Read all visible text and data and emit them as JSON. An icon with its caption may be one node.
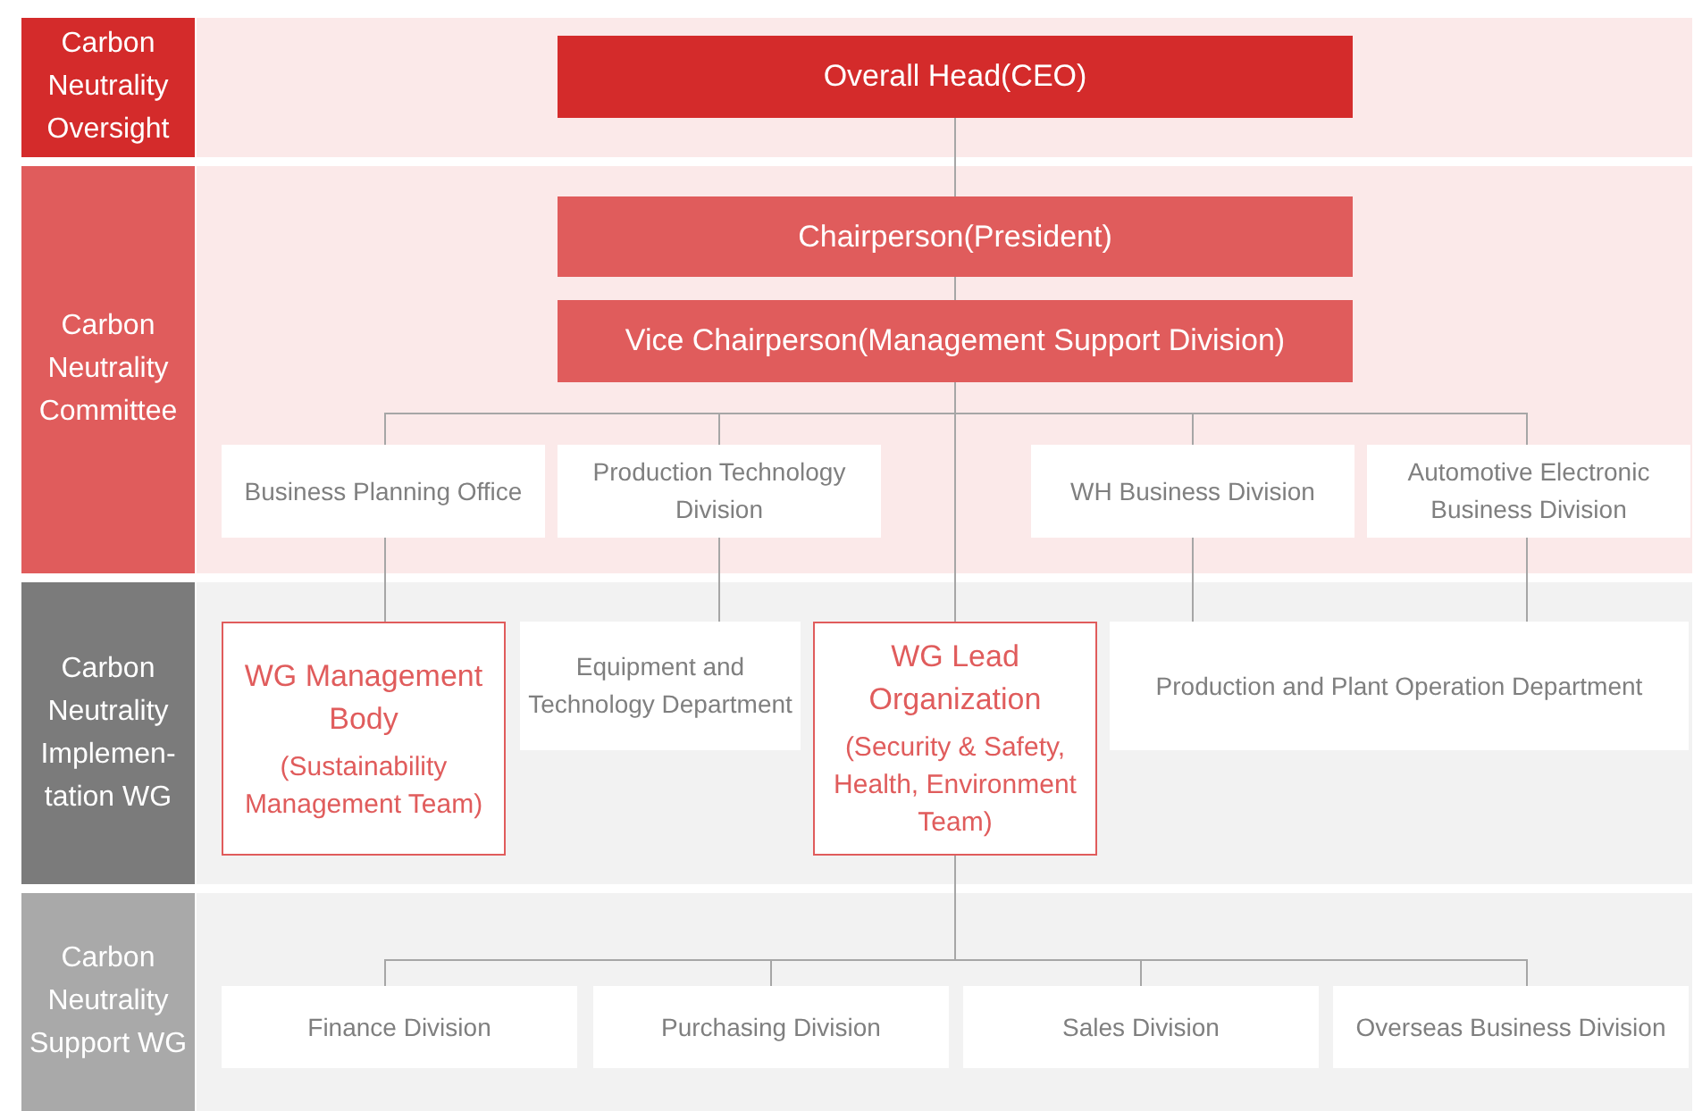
{
  "diagram": {
    "nodes": [
      {
        "text": [
          "Carbon Neutrality Oversight"
        ]
      },
      {
        "text": [
          "Overall Head(CEO)"
        ],
        "in": 0
      },
      {
        "text": [
          "Carbon Neutrality Committee"
        ]
      },
      {
        "text": [
          "Chairperson(President)"
        ],
        "in": 2
      },
      {
        "text": [
          "Vice Chairperson(Management Support Division)"
        ],
        "in": 2
      },
      {
        "text": [
          "Business Planning Office"
        ],
        "in": 2
      },
      {
        "text": [
          "Production Technology Division"
        ],
        "in": 2
      },
      {
        "text": [
          "WH Business Division"
        ],
        "in": 2
      },
      {
        "text": [
          "Automotive Electronic Business Division"
        ],
        "in": 2
      },
      {
        "text": [
          "Carbon Neutrality Implemen-tation WG"
        ]
      },
      {
        "text": [
          "WG Management Body",
          "(Sustainability Management Team)"
        ],
        "in": 9
      },
      {
        "text": [
          "Equipment and Technology Department"
        ],
        "in": 9
      },
      {
        "text": [
          "WG Lead Organization",
          "(Security & Safety, Health, Environment Team)"
        ],
        "in": 9
      },
      {
        "text": [
          "Production and Plant Operation Department"
        ],
        "in": 9
      },
      {
        "text": [
          "Carbon Neutrality Support WG"
        ]
      },
      {
        "text": [
          "Finance Division"
        ],
        "in": 14
      },
      {
        "text": [
          "Purchasing Division"
        ],
        "in": 14
      },
      {
        "text": [
          "Sales Division"
        ],
        "in": 14
      },
      {
        "text": [
          "Overseas Business Division"
        ],
        "in": 14
      }
    ],
    "edges": [
      {
        "from": 1,
        "to": 3,
        "arrow": "none"
      },
      {
        "from": 3,
        "to": 4,
        "arrow": "none"
      },
      {
        "from": 4,
        "to": 5,
        "arrow": "none"
      },
      {
        "from": 4,
        "to": 6,
        "arrow": "none"
      },
      {
        "from": 4,
        "to": 7,
        "arrow": "none"
      },
      {
        "from": 4,
        "to": 8,
        "arrow": "none"
      },
      {
        "from": 4,
        "to": 12,
        "arrow": "none"
      },
      {
        "from": 5,
        "to": 10,
        "arrow": "none"
      },
      {
        "from": 6,
        "to": 11,
        "arrow": "none"
      },
      {
        "from": 7,
        "to": 13,
        "arrow": "none"
      },
      {
        "from": 8,
        "to": 13,
        "arrow": "none"
      },
      {
        "from": 12,
        "to": 15,
        "arrow": "none"
      },
      {
        "from": 12,
        "to": 16,
        "arrow": "none"
      },
      {
        "from": 12,
        "to": 17,
        "arrow": "none"
      },
      {
        "from": 12,
        "to": 18,
        "arrow": "none"
      }
    ]
  }
}
